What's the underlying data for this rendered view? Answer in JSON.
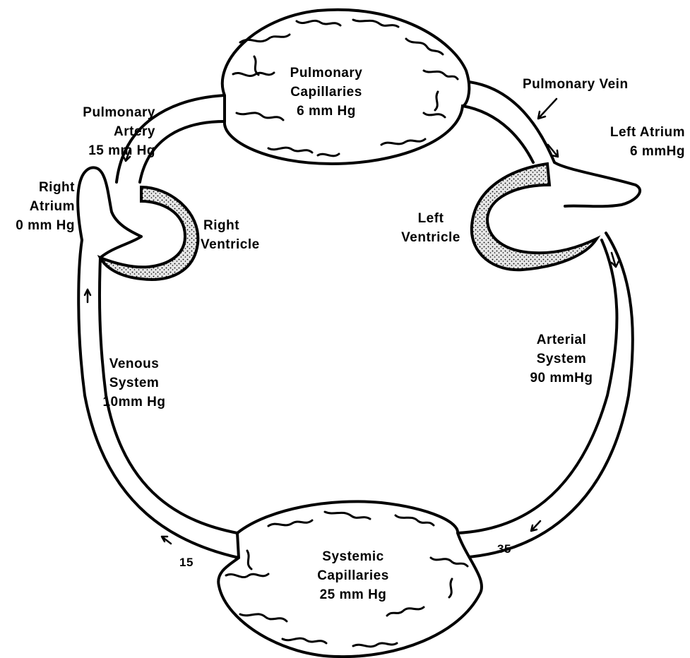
{
  "colors": {
    "ink": "#000000",
    "paper": "#ffffff",
    "stipple": "#d8d8d8"
  },
  "labels": {
    "pulmonary_capillaries": [
      "Pulmonary",
      "Capillaries",
      "6 mm Hg"
    ],
    "pulmonary_artery": [
      "Pulmonary",
      "Artery",
      "15 mm Hg"
    ],
    "pulmonary_vein": "Pulmonary  Vein",
    "left_atrium": [
      "Left  Atrium",
      "6 mmHg"
    ],
    "right_atrium": [
      "Right",
      "Atrium",
      "0 mm Hg"
    ],
    "right_ventricle": [
      "Right",
      "Ventricle"
    ],
    "left_ventricle": [
      "Left",
      "Ventricle"
    ],
    "arterial_system": [
      "Arterial",
      "System",
      "90 mmHg"
    ],
    "venous_system": [
      "Venous",
      "System",
      "10mm Hg"
    ],
    "systemic_capillaries": [
      "Systemic",
      "Capillaries",
      "25 mm Hg"
    ],
    "pressure_venous_end": "15",
    "pressure_arterial_end": "35"
  }
}
